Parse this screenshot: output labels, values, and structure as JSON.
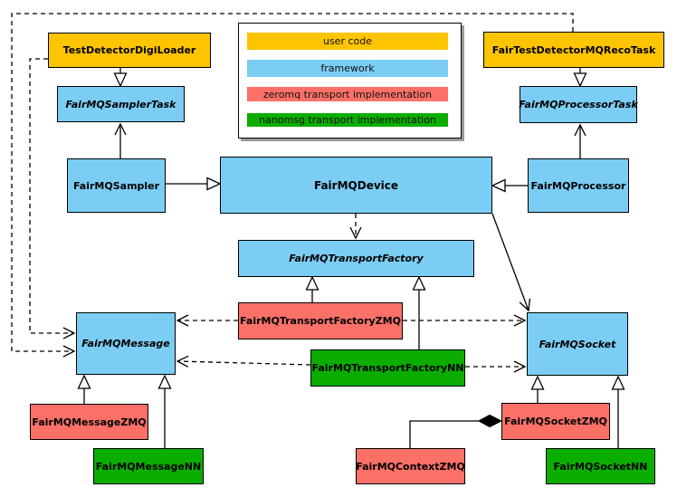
{
  "title": "FairMQ class diagram",
  "colors": {
    "user_code": "#fdc500",
    "framework": "#7bcdf3",
    "zeromq": "#fb7168",
    "nanomsg": "#0bad00",
    "line": "#000000",
    "background": "#ffffff"
  },
  "legend": {
    "items": [
      {
        "label": "user code",
        "category": "user_code"
      },
      {
        "label": "framework",
        "category": "framework"
      },
      {
        "label": "zeromq transport implementation",
        "category": "zeromq"
      },
      {
        "label": "nanomsg transport implementation",
        "category": "nanomsg"
      }
    ]
  },
  "nodes": {
    "testDetectorDigiLoader": {
      "label": "TestDetectorDigiLoader",
      "category": "user_code",
      "abstract": false
    },
    "fairTestDetectorMQRecoTask": {
      "label": "FairTestDetectorMQRecoTask",
      "category": "user_code",
      "abstract": false
    },
    "fairMQSamplerTask": {
      "label": "FairMQSamplerTask",
      "category": "framework",
      "abstract": true
    },
    "fairMQProcessorTask": {
      "label": "FairMQProcessorTask",
      "category": "framework",
      "abstract": true
    },
    "fairMQSampler": {
      "label": "FairMQSampler",
      "category": "framework",
      "abstract": false
    },
    "fairMQProcessor": {
      "label": "FairMQProcessor",
      "category": "framework",
      "abstract": false
    },
    "fairMQDevice": {
      "label": "FairMQDevice",
      "category": "framework",
      "abstract": false
    },
    "fairMQTransportFactory": {
      "label": "FairMQTransportFactory",
      "category": "framework",
      "abstract": true
    },
    "fairMQTransportFactoryZMQ": {
      "label": "FairMQTransportFactoryZMQ",
      "category": "zeromq",
      "abstract": false
    },
    "fairMQTransportFactoryNN": {
      "label": "FairMQTransportFactoryNN",
      "category": "nanomsg",
      "abstract": false
    },
    "fairMQMessage": {
      "label": "FairMQMessage",
      "category": "framework",
      "abstract": true
    },
    "fairMQSocket": {
      "label": "FairMQSocket",
      "category": "framework",
      "abstract": true
    },
    "fairMQMessageZMQ": {
      "label": "FairMQMessageZMQ",
      "category": "zeromq",
      "abstract": false
    },
    "fairMQMessageNN": {
      "label": "FairMQMessageNN",
      "category": "nanomsg",
      "abstract": false
    },
    "fairMQSocketZMQ": {
      "label": "FairMQSocketZMQ",
      "category": "zeromq",
      "abstract": false
    },
    "fairMQSocketNN": {
      "label": "FairMQSocketNN",
      "category": "nanomsg",
      "abstract": false
    },
    "fairMQContextZMQ": {
      "label": "FairMQContextZMQ",
      "category": "zeromq",
      "abstract": false
    }
  },
  "edges": [
    {
      "from": "TestDetectorDigiLoader",
      "to": "FairMQSamplerTask",
      "relation": "inheritance"
    },
    {
      "from": "FairTestDetectorMQRecoTask",
      "to": "FairMQProcessorTask",
      "relation": "inheritance"
    },
    {
      "from": "FairMQSampler",
      "to": "FairMQSamplerTask",
      "relation": "association"
    },
    {
      "from": "FairMQProcessor",
      "to": "FairMQProcessorTask",
      "relation": "association"
    },
    {
      "from": "FairMQSampler",
      "to": "FairMQDevice",
      "relation": "inheritance"
    },
    {
      "from": "FairMQProcessor",
      "to": "FairMQDevice",
      "relation": "inheritance"
    },
    {
      "from": "FairMQDevice",
      "to": "FairMQTransportFactory",
      "relation": "dependency"
    },
    {
      "from": "FairMQDevice",
      "to": "FairMQSocket",
      "relation": "association"
    },
    {
      "from": "FairMQTransportFactoryZMQ",
      "to": "FairMQTransportFactory",
      "relation": "inheritance"
    },
    {
      "from": "FairMQTransportFactoryNN",
      "to": "FairMQTransportFactory",
      "relation": "inheritance"
    },
    {
      "from": "FairMQTransportFactoryZMQ",
      "to": "FairMQMessage",
      "relation": "dependency"
    },
    {
      "from": "FairMQTransportFactoryZMQ",
      "to": "FairMQSocket",
      "relation": "dependency"
    },
    {
      "from": "FairMQTransportFactoryNN",
      "to": "FairMQMessage",
      "relation": "dependency"
    },
    {
      "from": "FairMQTransportFactoryNN",
      "to": "FairMQSocket",
      "relation": "dependency"
    },
    {
      "from": "FairMQMessageZMQ",
      "to": "FairMQMessage",
      "relation": "inheritance"
    },
    {
      "from": "FairMQMessageNN",
      "to": "FairMQMessage",
      "relation": "inheritance"
    },
    {
      "from": "FairMQSocketZMQ",
      "to": "FairMQSocket",
      "relation": "inheritance"
    },
    {
      "from": "FairMQSocketNN",
      "to": "FairMQSocket",
      "relation": "inheritance"
    },
    {
      "from": "FairMQContextZMQ",
      "to": "FairMQSocketZMQ",
      "relation": "composition"
    },
    {
      "from": "TestDetectorDigiLoader",
      "to": "FairMQMessage",
      "relation": "dependency"
    },
    {
      "from": "FairTestDetectorMQRecoTask",
      "to": "FairMQMessage",
      "relation": "dependency"
    }
  ]
}
